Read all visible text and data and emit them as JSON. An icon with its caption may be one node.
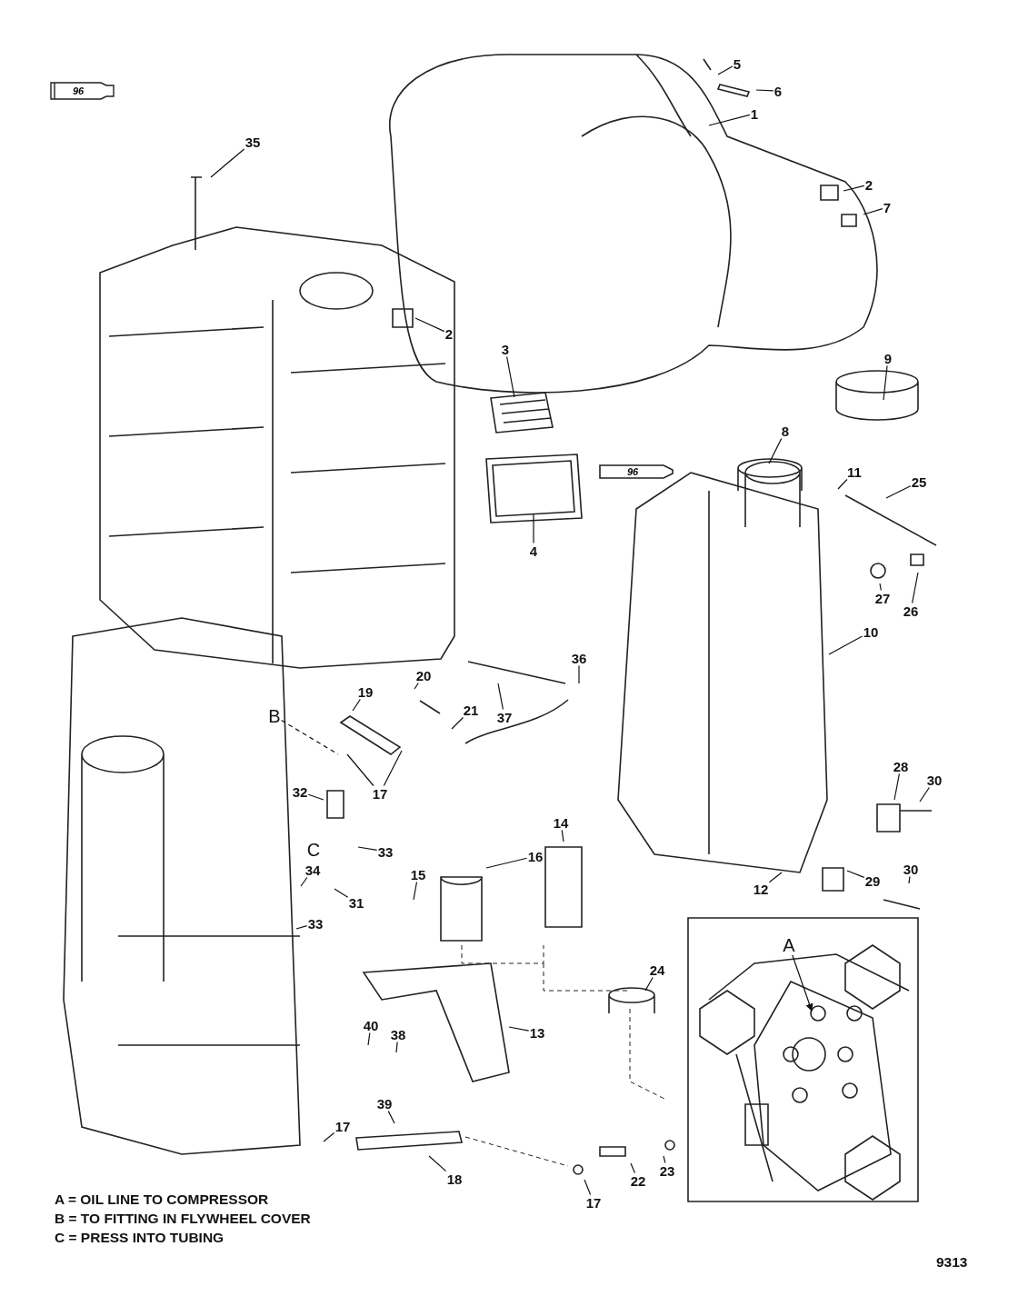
{
  "diagram": {
    "nodes": [
      {
        "text": [
          "5"
        ]
      },
      {
        "text": [
          "6"
        ]
      },
      {
        "text": [
          "1"
        ]
      },
      {
        "text": [
          "35"
        ]
      },
      {
        "text": [
          "2"
        ]
      },
      {
        "text": [
          "7"
        ]
      },
      {
        "text": [
          "2"
        ]
      },
      {
        "text": [
          "3"
        ]
      },
      {
        "text": [
          "9"
        ]
      },
      {
        "text": [
          "8"
        ]
      },
      {
        "text": [
          "11"
        ]
      },
      {
        "text": [
          "25"
        ]
      },
      {
        "text": [
          "4"
        ]
      },
      {
        "text": [
          "27"
        ]
      },
      {
        "text": [
          "26"
        ]
      },
      {
        "text": [
          "10"
        ]
      },
      {
        "text": [
          "36"
        ]
      },
      {
        "text": [
          "20"
        ]
      },
      {
        "text": [
          "19"
        ]
      },
      {
        "text": [
          "21"
        ]
      },
      {
        "text": [
          "37"
        ]
      },
      {
        "text": [
          "B"
        ]
      },
      {
        "text": [
          "17"
        ]
      },
      {
        "text": [
          "28"
        ]
      },
      {
        "text": [
          "30"
        ]
      },
      {
        "text": [
          "32"
        ]
      },
      {
        "text": [
          "33"
        ]
      },
      {
        "text": [
          "C"
        ]
      },
      {
        "text": [
          "14"
        ]
      },
      {
        "text": [
          "16"
        ]
      },
      {
        "text": [
          "34"
        ]
      },
      {
        "text": [
          "31"
        ]
      },
      {
        "text": [
          "15"
        ]
      },
      {
        "text": [
          "12"
        ]
      },
      {
        "text": [
          "29"
        ]
      },
      {
        "text": [
          "30"
        ]
      },
      {
        "text": [
          "33"
        ]
      },
      {
        "text": [
          "A"
        ]
      },
      {
        "text": [
          "24"
        ]
      },
      {
        "text": [
          "13"
        ]
      },
      {
        "text": [
          "40"
        ]
      },
      {
        "text": [
          "38"
        ]
      },
      {
        "text": [
          "39"
        ]
      },
      {
        "text": [
          "17"
        ]
      },
      {
        "text": [
          "18"
        ]
      },
      {
        "text": [
          "23"
        ]
      },
      {
        "text": [
          "22"
        ]
      },
      {
        "text": [
          "17"
        ]
      }
    ],
    "edges": [
      {
        "from": 0,
        "to": null,
        "arrow": "none"
      },
      {
        "from": 1,
        "to": null,
        "arrow": "none"
      },
      {
        "from": 2,
        "to": null,
        "arrow": "none"
      },
      {
        "from": 3,
        "to": null,
        "arrow": "none"
      },
      {
        "from": 4,
        "to": null,
        "arrow": "none"
      },
      {
        "from": 5,
        "to": null,
        "arrow": "none"
      },
      {
        "from": 6,
        "to": null,
        "arrow": "none"
      },
      {
        "from": 7,
        "to": null,
        "arrow": "none"
      },
      {
        "from": 8,
        "to": null,
        "arrow": "none"
      },
      {
        "from": 9,
        "to": null,
        "arrow": "none"
      },
      {
        "from": 10,
        "to": null,
        "arrow": "none"
      },
      {
        "from": 11,
        "to": null,
        "arrow": "none"
      },
      {
        "from": 12,
        "to": null,
        "arrow": "none"
      },
      {
        "from": 13,
        "to": null,
        "arrow": "none"
      },
      {
        "from": 14,
        "to": null,
        "arrow": "none"
      },
      {
        "from": 15,
        "to": null,
        "arrow": "none"
      },
      {
        "from": 16,
        "to": null,
        "arrow": "none"
      },
      {
        "from": 17,
        "to": null,
        "arrow": "none"
      },
      {
        "from": 18,
        "to": null,
        "arrow": "none"
      },
      {
        "from": 19,
        "to": null,
        "arrow": "none"
      },
      {
        "from": 20,
        "to": null,
        "arrow": "none"
      },
      {
        "from": 21,
        "to": null,
        "arrow": "none",
        "style": "dashed"
      },
      {
        "from": 22,
        "to": null,
        "arrow": "none"
      },
      {
        "from": 22,
        "to": null,
        "arrow": "none"
      },
      {
        "from": 23,
        "to": null,
        "arrow": "none"
      },
      {
        "from": 24,
        "to": null,
        "arrow": "none"
      },
      {
        "from": 25,
        "to": null,
        "arrow": "none"
      },
      {
        "from": 26,
        "to": null,
        "arrow": "none"
      },
      {
        "from": 28,
        "to": null,
        "arrow": "none"
      },
      {
        "from": 29,
        "to": null,
        "arrow": "none"
      },
      {
        "from": 30,
        "to": null,
        "arrow": "none"
      },
      {
        "from": 31,
        "to": null,
        "arrow": "none"
      },
      {
        "from": 32,
        "to": null,
        "arrow": "none"
      },
      {
        "from": 33,
        "to": null,
        "arrow": "none"
      },
      {
        "from": 34,
        "to": null,
        "arrow": "none"
      },
      {
        "from": 35,
        "to": null,
        "arrow": "none"
      },
      {
        "from": 36,
        "to": null,
        "arrow": "none"
      },
      {
        "from": 37,
        "to": null,
        "arrow": "to"
      },
      {
        "from": 38,
        "to": null,
        "arrow": "none"
      },
      {
        "from": 39,
        "to": null,
        "arrow": "none"
      },
      {
        "from": 40,
        "to": null,
        "arrow": "none"
      },
      {
        "from": 41,
        "to": null,
        "arrow": "none"
      },
      {
        "from": 42,
        "to": null,
        "arrow": "none"
      },
      {
        "from": 43,
        "to": null,
        "arrow": "none"
      },
      {
        "from": 44,
        "to": null,
        "arrow": "none"
      },
      {
        "from": 45,
        "to": null,
        "arrow": "none"
      },
      {
        "from": 46,
        "to": null,
        "arrow": "none"
      },
      {
        "from": 47,
        "to": null,
        "arrow": "none"
      }
    ],
    "labels": [
      "96",
      "96",
      "A = OIL LINE TO COMPRESSOR",
      "B = TO FITTING IN FLYWHEEL COVER",
      "C = PRESS INTO TUBING",
      "9313"
    ]
  }
}
